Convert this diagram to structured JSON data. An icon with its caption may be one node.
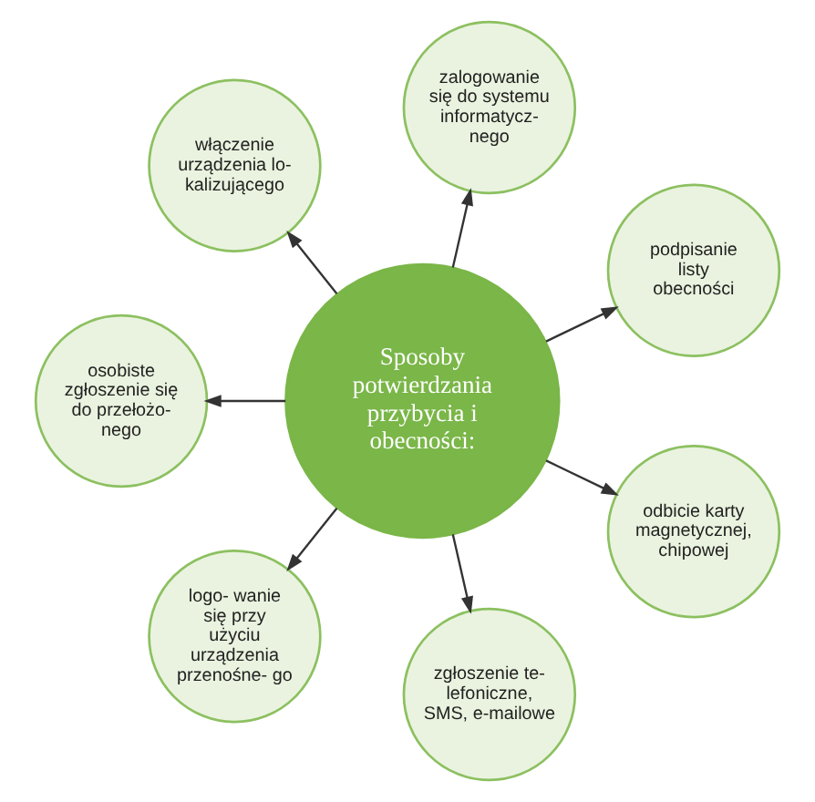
{
  "diagram": {
    "nodes": [
      {
        "text": [
          "Sposoby potwierdzania przybycia i obecności:"
        ]
      },
      {
        "text": [
          "podpisanie listy obecności"
        ]
      },
      {
        "text": [
          "zalogowanie się do systemu informatycz- nego"
        ]
      },
      {
        "text": [
          "włączenie urządzenia lo- kalizującego"
        ]
      },
      {
        "text": [
          "osobiste zgłoszenie się do przełożo- nego"
        ]
      },
      {
        "text": [
          "logo- wanie się przy użyciu urządzenia przenośne- go"
        ]
      },
      {
        "text": [
          "zgłoszenie te- lefoniczne, SMS, e-mailowe"
        ]
      },
      {
        "text": [
          "odbicie karty magnetycznej, chipowej"
        ]
      }
    ],
    "edges": [
      {
        "from": 0,
        "to": 1,
        "arrow": "to"
      },
      {
        "from": 0,
        "to": 2,
        "arrow": "to"
      },
      {
        "from": 0,
        "to": 3,
        "arrow": "to"
      },
      {
        "from": 0,
        "to": 4,
        "arrow": "to"
      },
      {
        "from": 0,
        "to": 5,
        "arrow": "to"
      },
      {
        "from": 0,
        "to": 6,
        "arrow": "to"
      },
      {
        "from": 0,
        "to": 7,
        "arrow": "to"
      }
    ]
  }
}
